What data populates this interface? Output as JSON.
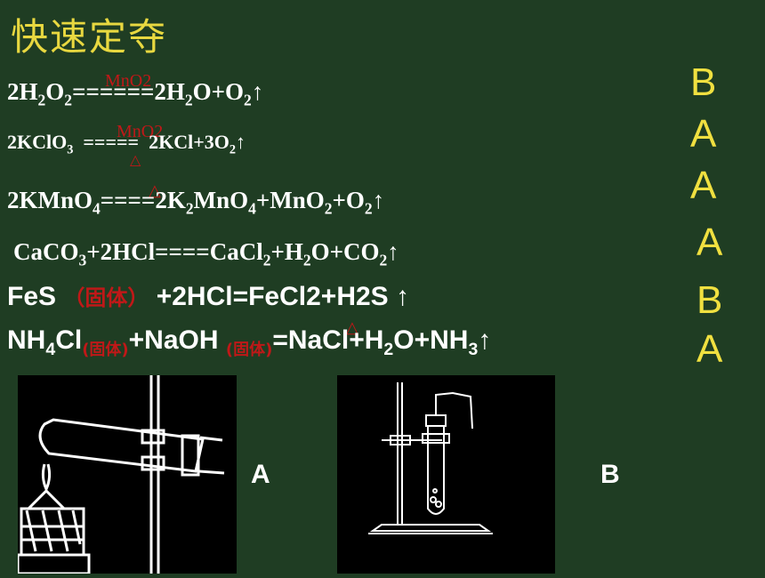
{
  "title": "快速定夺",
  "reactions": [
    {
      "p": [
        "2H",
        "2",
        "O",
        "2",
        "======2H",
        "2",
        "O+O",
        "2",
        "↑"
      ],
      "cond": "MnO2"
    },
    {
      "p": [
        "2KClO",
        "3",
        "  ===== ",
        "",
        " 2KCl+3O",
        "2",
        "↑"
      ],
      "cond": "MnO2",
      "heat": "△"
    },
    {
      "p": [
        "2KMnO",
        "4",
        "====2K",
        "2",
        "MnO",
        "4",
        "+MnO",
        "2",
        "+O",
        "2",
        "↑"
      ],
      "heat": "△"
    },
    {
      "p": [
        "CaCO",
        "3",
        "+2HCl====CaCl",
        "2",
        "+H",
        "2",
        "O+CO",
        "2",
        "↑"
      ]
    },
    {
      "fes_a": "FeS",
      "fes_b": "（固体）",
      "fes_c": "+2HCl=FeCl2+H2S ↑"
    },
    {
      "nh_a": "NH",
      "nh_a_sub": "4",
      "nh_b": "Cl",
      "nh_b_note": "(固体)",
      "nh_c": "+NaOH",
      "nh_c_note": "(固体)",
      "nh_d": "=NaCl+H",
      "nh_d_sub": "2",
      "nh_e": "O+NH",
      "nh_e_sub": "3",
      "nh_f": "↑",
      "heat": "△"
    }
  ],
  "answers": [
    "B",
    "A",
    "A",
    "A",
    "B",
    "A"
  ],
  "apparatus": [
    {
      "label": "A"
    },
    {
      "label": "B"
    }
  ]
}
